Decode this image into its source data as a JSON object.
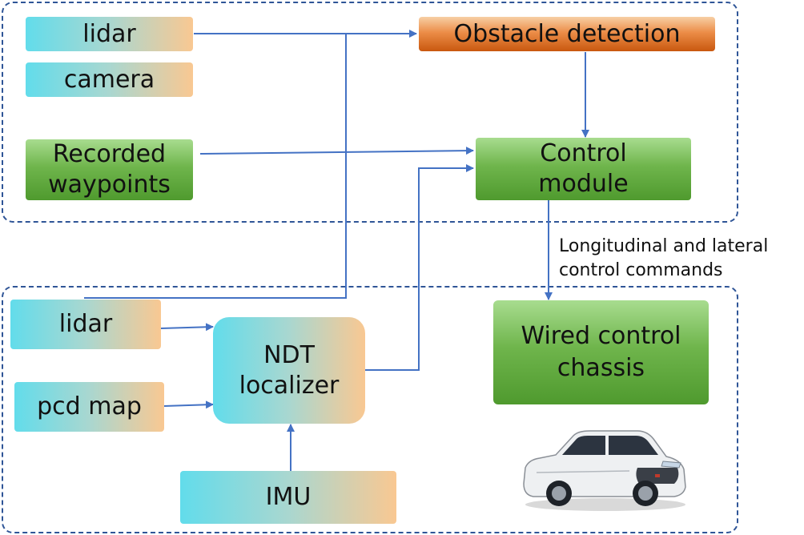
{
  "nodes": {
    "top_lidar": "lidar",
    "camera": "camera",
    "recorded_waypoints": [
      "Recorded",
      "waypoints"
    ],
    "obstacle_detection": "Obstacle detection",
    "control_module": [
      "Control",
      "module"
    ],
    "bottom_lidar": "lidar",
    "pcd_map": "pcd map",
    "ndt_localizer": [
      "NDT",
      "localizer"
    ],
    "imu": "IMU",
    "wired_control_chassis": [
      "Wired control",
      "chassis"
    ]
  },
  "edge_labels": {
    "control_to_chassis": [
      "Longitudinal and lateral",
      "control commands"
    ]
  },
  "colors": {
    "arrow": "#4472c4",
    "region_border": "#2f5597",
    "sensor_fill_left": "#62dceb",
    "sensor_fill_right": "#f9c892",
    "module_green": "#6fb54c",
    "obstacle_orange": "#ec8d48"
  },
  "icons": {
    "vehicle": "car-icon"
  }
}
